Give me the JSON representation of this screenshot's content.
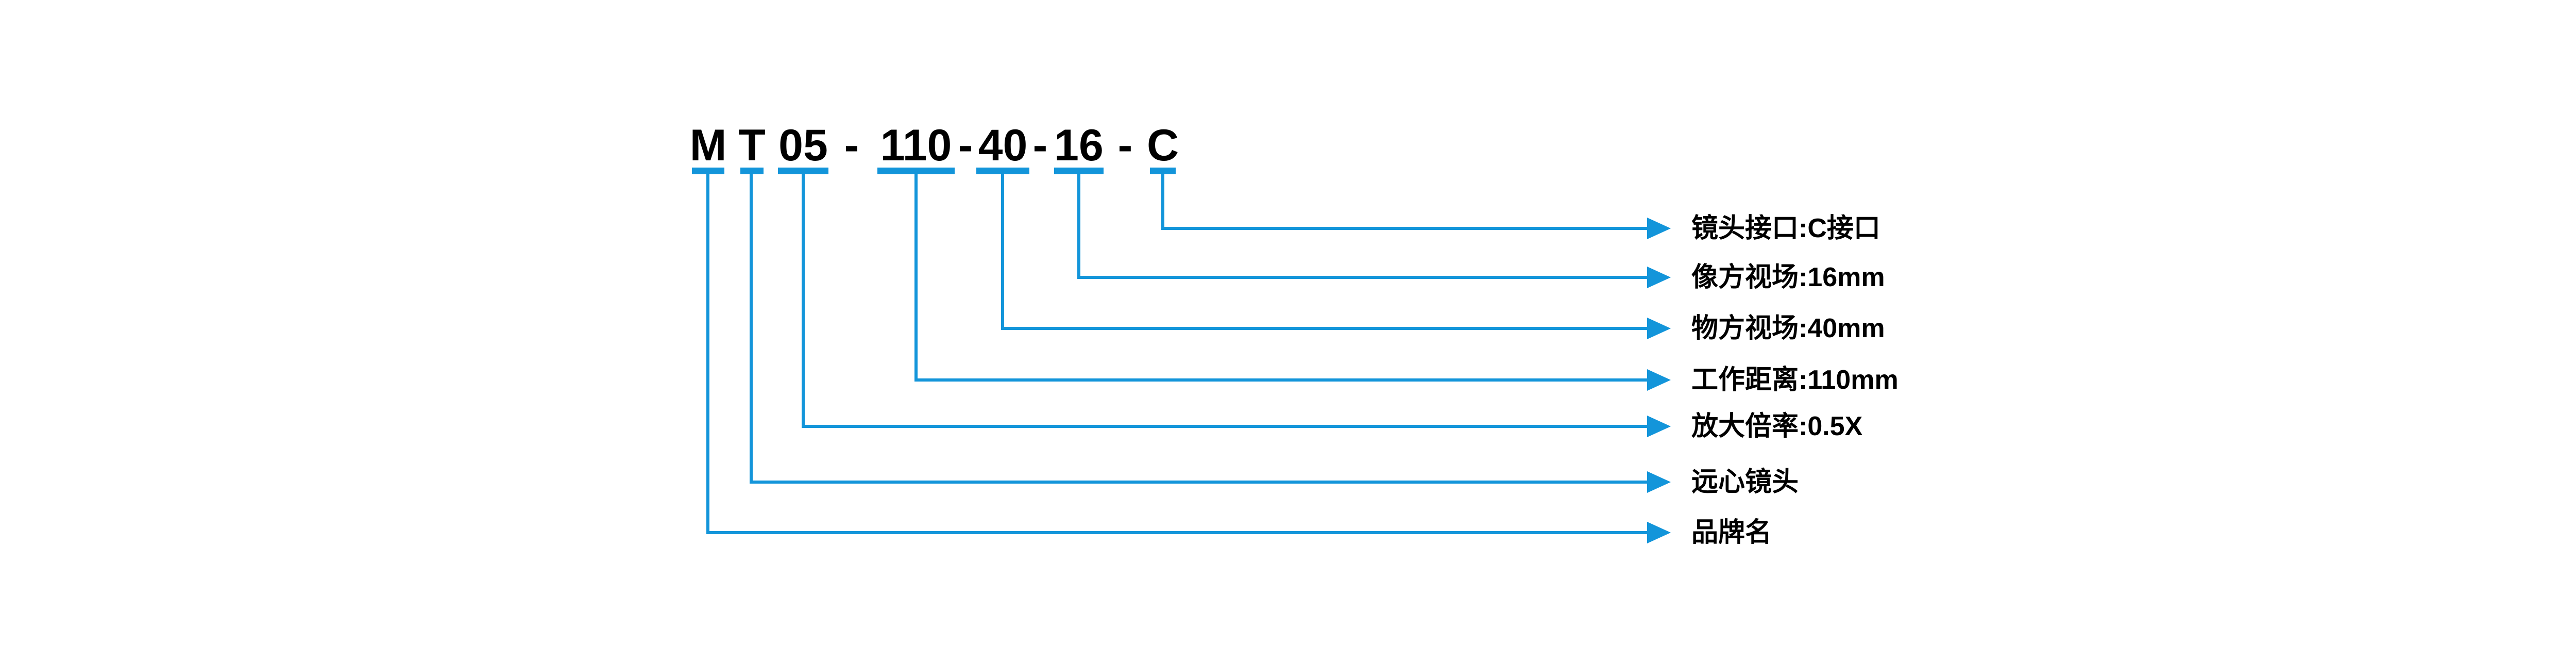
{
  "code": {
    "parts": [
      "M",
      "T",
      "05",
      "110",
      "40",
      "16",
      "C"
    ],
    "separators": [
      "-",
      "-",
      "-",
      "-"
    ]
  },
  "callouts": [
    "镜头接口:C接口",
    "像方视场:16mm",
    "物方视场:40mm",
    "工作距离:110mm",
    "放大倍率:0.5X",
    "远心镜头",
    "品牌名"
  ],
  "colors": {
    "accent": "#1395DA",
    "text": "#000000",
    "background": "#FFFFFF"
  }
}
